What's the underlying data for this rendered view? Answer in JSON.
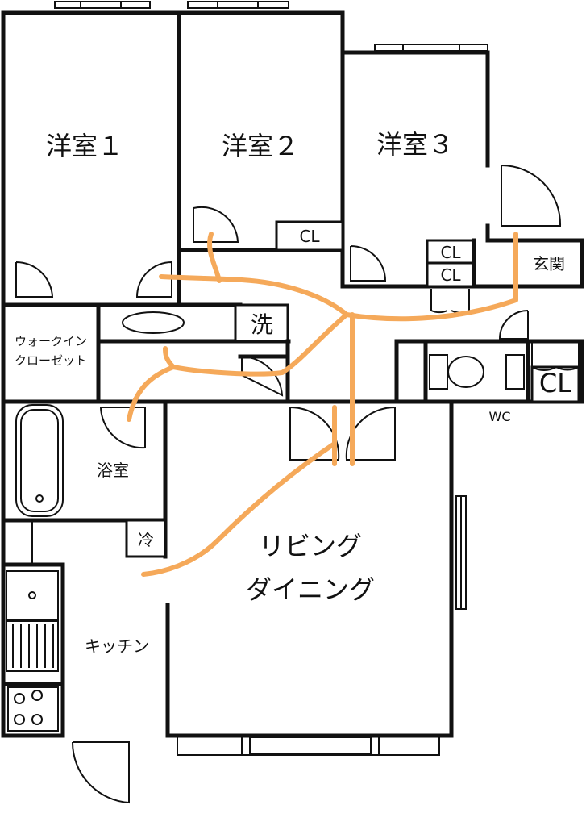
{
  "labels": {
    "bedroom1": "洋室１",
    "bedroom2": "洋室２",
    "bedroom3": "洋室３",
    "closet_bedroom2": "CL",
    "closet_entry_upper": "CL",
    "closet_entry_lower": "CL",
    "entrance": "玄関",
    "walk_in_closet_line1": "ウォークイン",
    "walk_in_closet_line2": "クローゼット",
    "washroom": "洗",
    "toilet": "WC",
    "closet_toilet": "CL",
    "bathroom": "浴室",
    "fridge": "冷",
    "living_line1": "リビング",
    "living_line2": "ダイニング",
    "kitchen": "キッチン"
  },
  "colors": {
    "walls": "#111111",
    "route": "#F5A95A",
    "background": "#ffffff"
  }
}
